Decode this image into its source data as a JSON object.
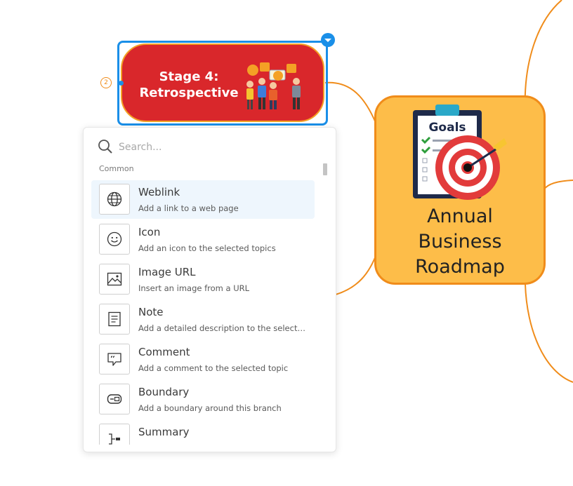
{
  "mindmap": {
    "stage_topic": {
      "title": "Stage 4:\nRetrospective",
      "child_count": "2"
    },
    "central_topic": {
      "title": "Annual\nBusiness\nRoadmap",
      "clipboard_label": "Goals"
    },
    "colors": {
      "stage_fill": "#d9272b",
      "central_fill": "#fdbd49",
      "connector": "#f08c1a",
      "selection": "#1a8fe8"
    }
  },
  "insert_menu": {
    "search": {
      "placeholder": "Search..."
    },
    "section": "Common",
    "items": [
      {
        "title": "Weblink",
        "desc": "Add a link to a web page",
        "icon": "globe-icon"
      },
      {
        "title": "Icon",
        "desc": "Add an icon to the selected topics",
        "icon": "smiley-icon"
      },
      {
        "title": "Image URL",
        "desc": "Insert an image from a URL",
        "icon": "image-icon"
      },
      {
        "title": "Note",
        "desc": "Add a detailed description to the selected topic",
        "icon": "note-icon"
      },
      {
        "title": "Comment",
        "desc": "Add a comment to the selected topic",
        "icon": "comment-icon"
      },
      {
        "title": "Boundary",
        "desc": "Add a boundary around this branch",
        "icon": "boundary-icon"
      },
      {
        "title": "Summary",
        "desc": "",
        "icon": "summary-icon"
      }
    ]
  }
}
